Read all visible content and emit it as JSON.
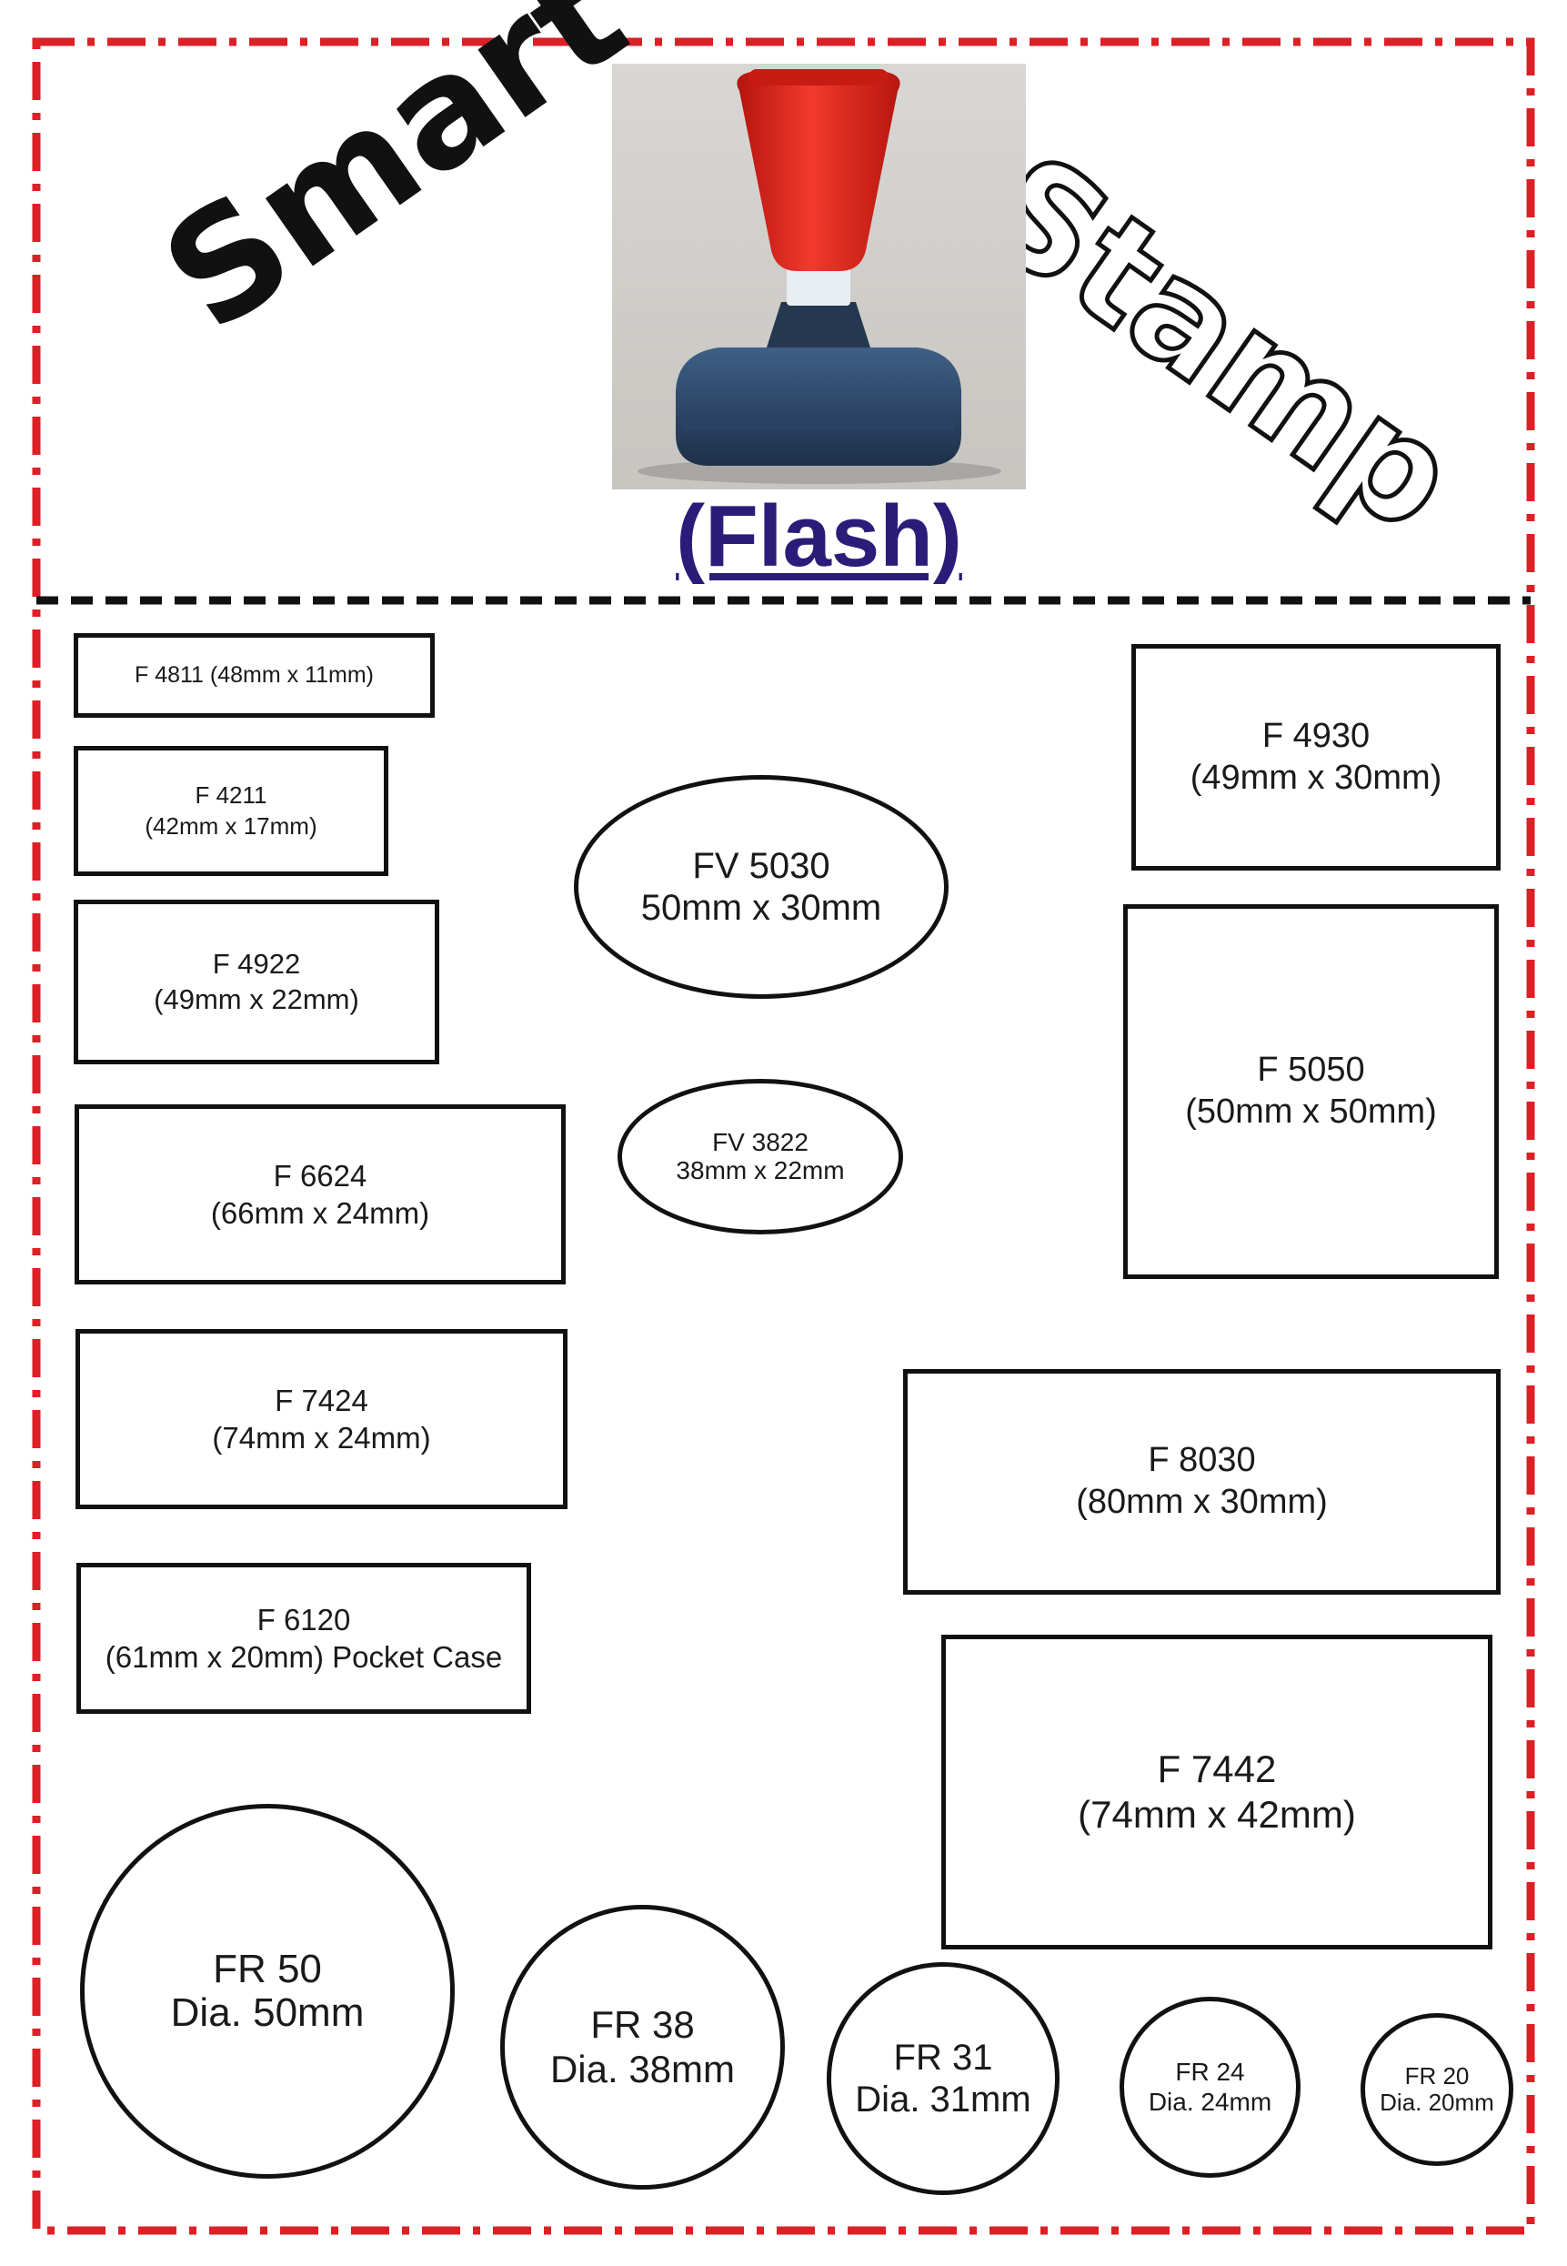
{
  "header": {
    "title_left": "Smart",
    "title_right": "Stamp",
    "subtitle": "(Flash)"
  },
  "colors": {
    "border_red": "#dd1f26",
    "divider_black": "#111111",
    "subtitle_blue": "#2a1c78",
    "stamp_handle_red": "#e5251f",
    "stamp_base_blue": "#2e4a6b"
  },
  "stamps": {
    "f4811": {
      "line1": "F 4811 (48mm x 11mm)"
    },
    "f4211": {
      "line1": "F 4211",
      "line2": "(42mm x 17mm)"
    },
    "f4922": {
      "line1": "F 4922",
      "line2": "(49mm x 22mm)"
    },
    "f6624": {
      "line1": "F 6624",
      "line2": "(66mm x 24mm)"
    },
    "f7424": {
      "line1": "F 7424",
      "line2": "(74mm x 24mm)"
    },
    "f6120": {
      "line1": "F 6120",
      "line2": "(61mm x 20mm) Pocket Case"
    },
    "fv5030": {
      "line1": "FV 5030",
      "line2": "50mm x 30mm"
    },
    "fv3822": {
      "line1": "FV 3822",
      "line2": "38mm x 22mm"
    },
    "f4930": {
      "line1": "F 4930",
      "line2": "(49mm x 30mm)"
    },
    "f5050": {
      "line1": "F 5050",
      "line2": "(50mm x 50mm)"
    },
    "f8030": {
      "line1": "F 8030",
      "line2": "(80mm x 30mm)"
    },
    "f7442": {
      "line1": "F 7442",
      "line2": "(74mm x 42mm)"
    },
    "fr50": {
      "line1": "FR 50",
      "line2": "Dia. 50mm"
    },
    "fr38": {
      "line1": "FR 38",
      "line2": "Dia. 38mm"
    },
    "fr31": {
      "line1": "FR 31",
      "line2": "Dia. 31mm"
    },
    "fr24": {
      "line1": "FR 24",
      "line2": "Dia. 24mm"
    },
    "fr20": {
      "line1": "FR 20",
      "line2": "Dia. 20mm"
    }
  }
}
